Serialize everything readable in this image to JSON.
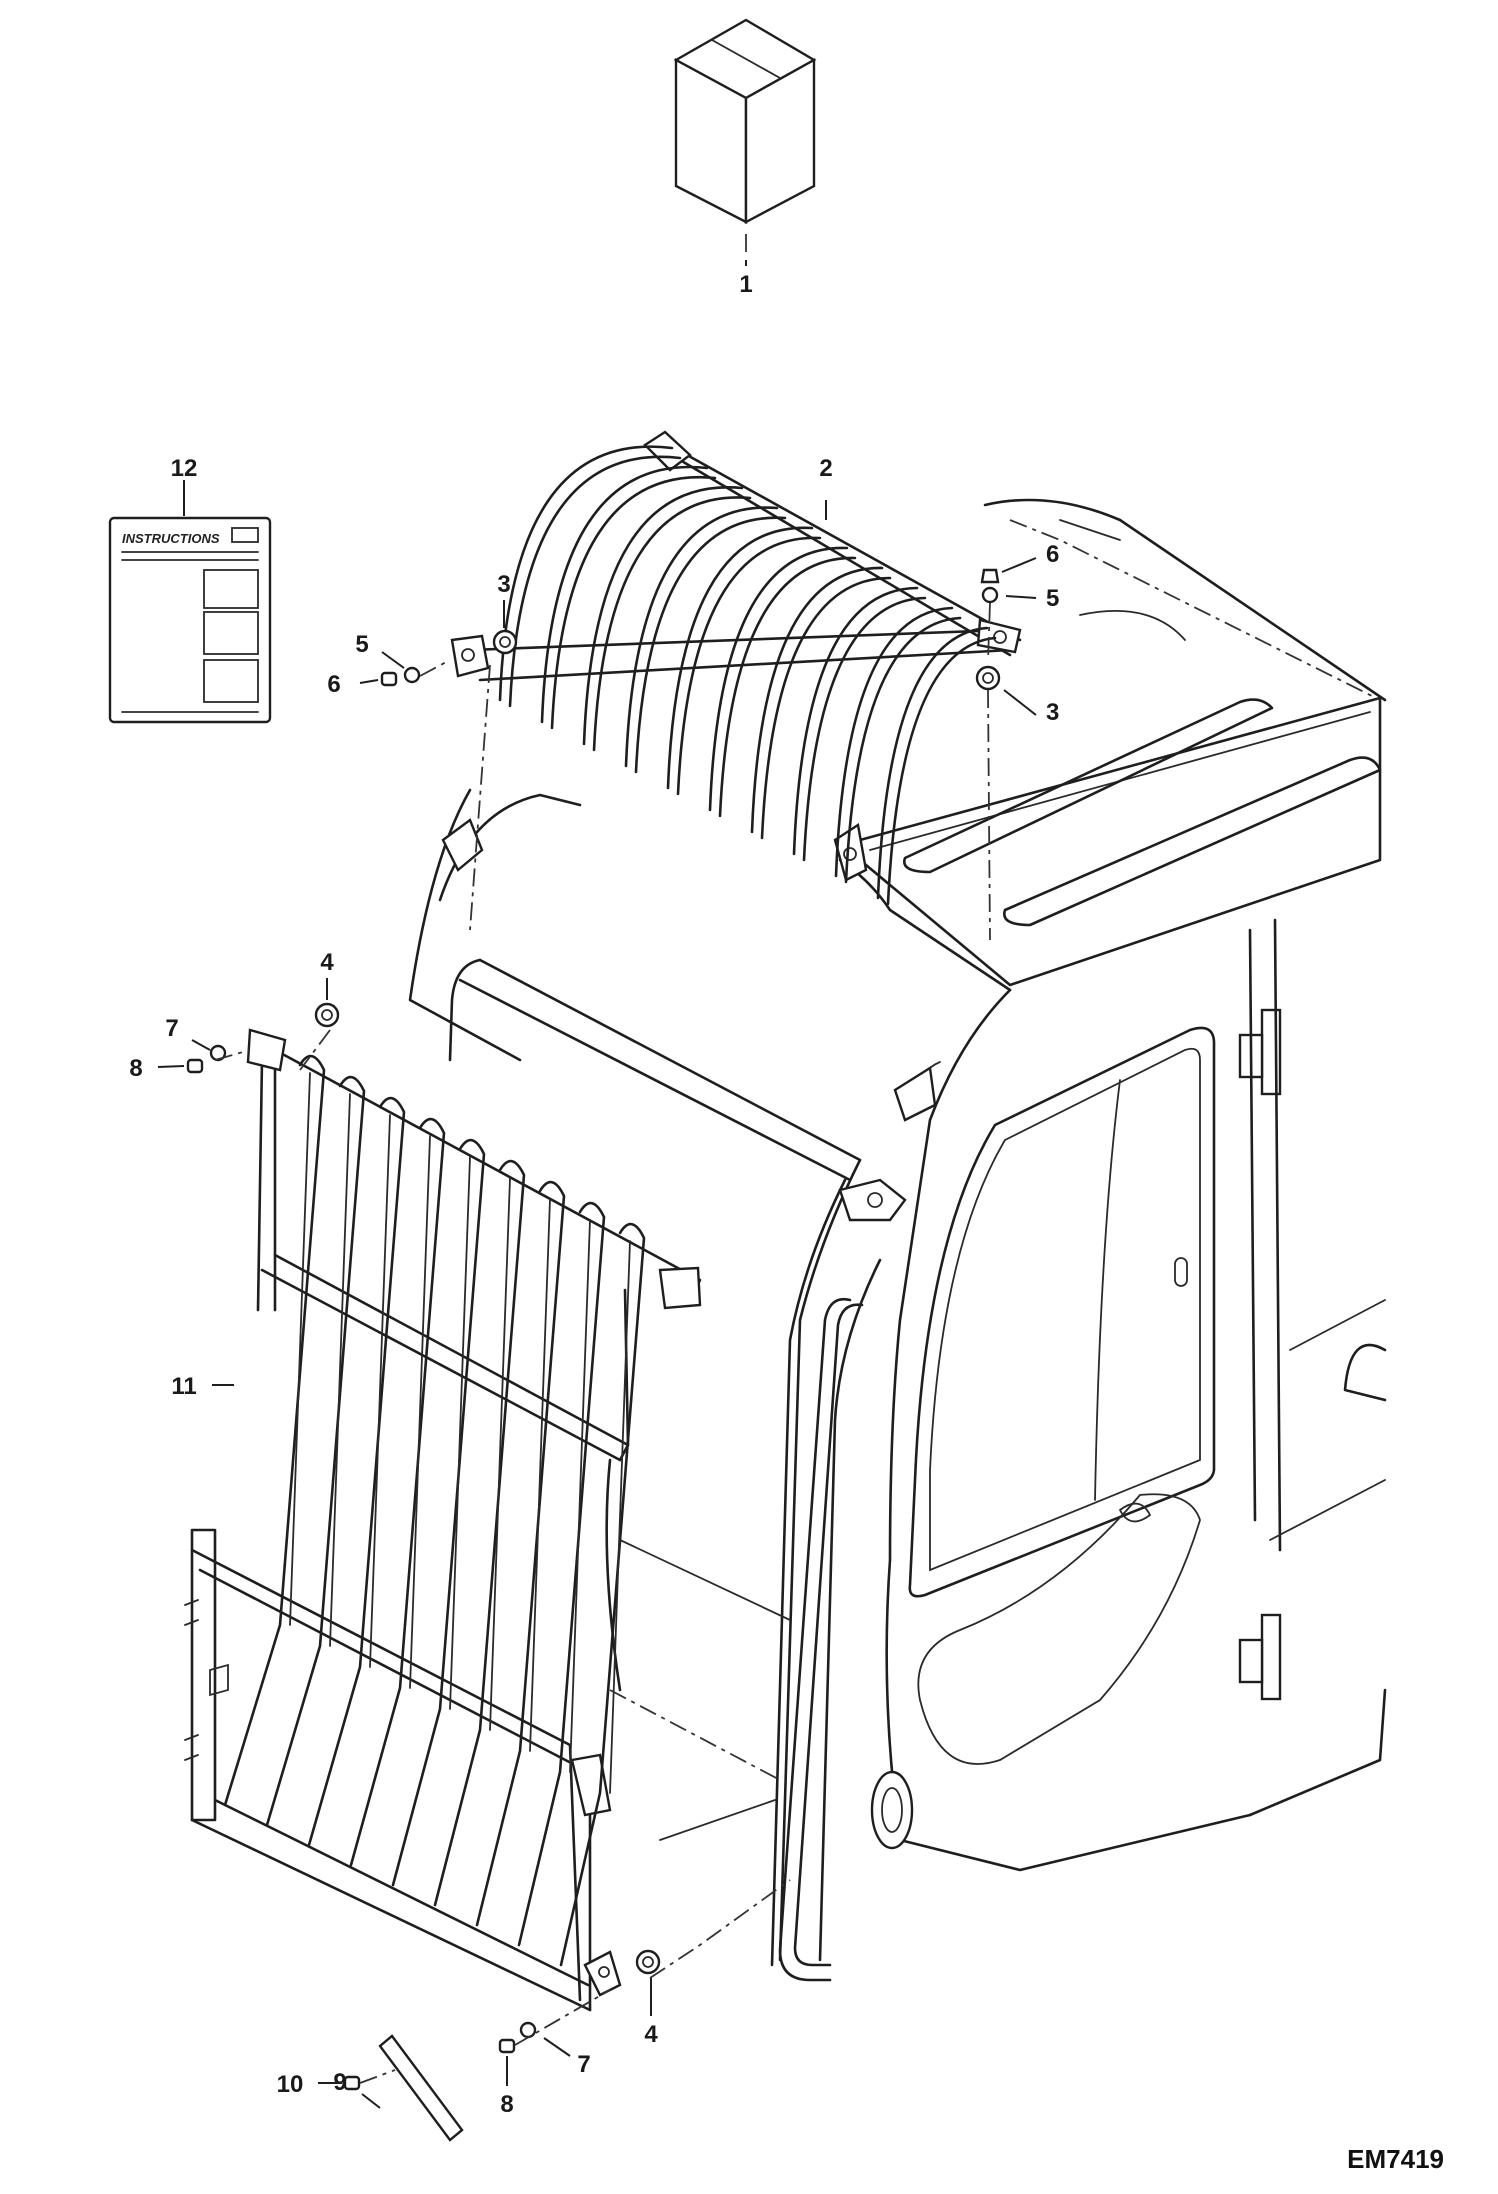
{
  "diagram": {
    "drawing_code": "EM7419",
    "instructions_sheet_text": "INSTRUCTIONS",
    "callouts": [
      "1",
      "2",
      "3",
      "3",
      "4",
      "4",
      "5",
      "5",
      "6",
      "6",
      "7",
      "7",
      "8",
      "8",
      "9",
      "10",
      "11",
      "12"
    ]
  }
}
